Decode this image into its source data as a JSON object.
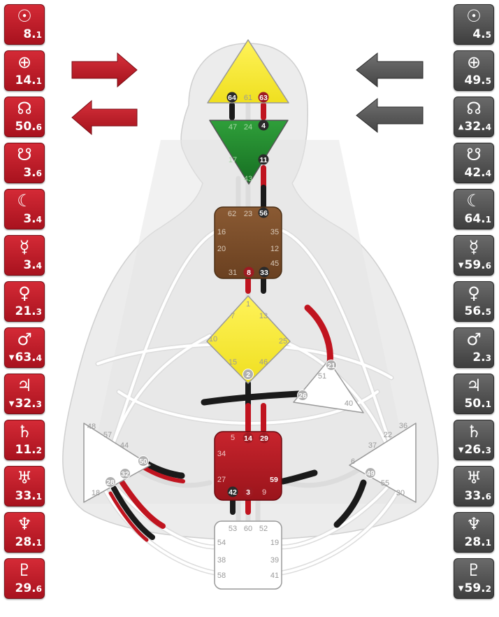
{
  "design_column": [
    {
      "planet": "sun",
      "symbol": "☉",
      "gate": "8",
      "line": "1",
      "arrow": ""
    },
    {
      "planet": "earth",
      "symbol": "⊕",
      "gate": "14",
      "line": "1",
      "arrow": ""
    },
    {
      "planet": "north-node",
      "symbol": "☊",
      "gate": "50",
      "line": "6",
      "arrow": ""
    },
    {
      "planet": "south-node",
      "symbol": "☋",
      "gate": "3",
      "line": "6",
      "arrow": ""
    },
    {
      "planet": "moon",
      "symbol": "☾",
      "gate": "3",
      "line": "4",
      "arrow": ""
    },
    {
      "planet": "mercury",
      "symbol": "☿",
      "gate": "3",
      "line": "4",
      "arrow": ""
    },
    {
      "planet": "venus",
      "symbol": "♀",
      "gate": "21",
      "line": "3",
      "arrow": ""
    },
    {
      "planet": "mars",
      "symbol": "♂",
      "gate": "63",
      "line": "4",
      "arrow": "▼"
    },
    {
      "planet": "jupiter",
      "symbol": "♃",
      "gate": "32",
      "line": "3",
      "arrow": "▼"
    },
    {
      "planet": "saturn",
      "symbol": "♄",
      "gate": "11",
      "line": "2",
      "arrow": ""
    },
    {
      "planet": "uranus",
      "symbol": "♅",
      "gate": "33",
      "line": "1",
      "arrow": ""
    },
    {
      "planet": "neptune",
      "symbol": "♆",
      "gate": "28",
      "line": "1",
      "arrow": ""
    },
    {
      "planet": "pluto",
      "symbol": "♇",
      "gate": "29",
      "line": "6",
      "arrow": ""
    }
  ],
  "personality_column": [
    {
      "planet": "sun",
      "symbol": "☉",
      "gate": "4",
      "line": "5",
      "arrow": ""
    },
    {
      "planet": "earth",
      "symbol": "⊕",
      "gate": "49",
      "line": "5",
      "arrow": ""
    },
    {
      "planet": "north-node",
      "symbol": "☊",
      "gate": "32",
      "line": "4",
      "arrow": "▲"
    },
    {
      "planet": "south-node",
      "symbol": "☋",
      "gate": "42",
      "line": "4",
      "arrow": ""
    },
    {
      "planet": "moon",
      "symbol": "☾",
      "gate": "64",
      "line": "1",
      "arrow": ""
    },
    {
      "planet": "mercury",
      "symbol": "☿",
      "gate": "59",
      "line": "6",
      "arrow": "▼"
    },
    {
      "planet": "venus",
      "symbol": "♀",
      "gate": "56",
      "line": "5",
      "arrow": ""
    },
    {
      "planet": "mars",
      "symbol": "♂",
      "gate": "2",
      "line": "3",
      "arrow": ""
    },
    {
      "planet": "jupiter",
      "symbol": "♃",
      "gate": "50",
      "line": "1",
      "arrow": ""
    },
    {
      "planet": "saturn",
      "symbol": "♄",
      "gate": "26",
      "line": "3",
      "arrow": "▼"
    },
    {
      "planet": "uranus",
      "symbol": "♅",
      "gate": "33",
      "line": "6",
      "arrow": ""
    },
    {
      "planet": "neptune",
      "symbol": "♆",
      "gate": "28",
      "line": "1",
      "arrow": ""
    },
    {
      "planet": "pluto",
      "symbol": "♇",
      "gate": "59",
      "line": "2",
      "arrow": "▼"
    }
  ],
  "colors": {
    "design": "#c0141f",
    "personality": "#1a1a1a",
    "head": "#f5ea2e",
    "ajna": "#1f8a2e",
    "throat": "#7a4e2a",
    "g_center": "#f5ea2e",
    "sacral": "#b01c24",
    "undefined": "#ffffff"
  },
  "centers": {
    "head": {
      "gates": [
        "64",
        "61",
        "63"
      ]
    },
    "ajna": {
      "gates": [
        "47",
        "24",
        "4",
        "17",
        "11",
        "43"
      ]
    },
    "throat": {
      "gates": [
        "62",
        "23",
        "56",
        "16",
        "35",
        "20",
        "12",
        "45",
        "31",
        "8",
        "33"
      ]
    },
    "g": {
      "gates": [
        "1",
        "7",
        "13",
        "10",
        "25",
        "15",
        "46",
        "2"
      ]
    },
    "heart": {
      "gates": [
        "21",
        "51",
        "26",
        "40"
      ]
    },
    "spleen": {
      "gates": [
        "48",
        "57",
        "44",
        "50",
        "32",
        "28",
        "18"
      ]
    },
    "sacral": {
      "gates": [
        "5",
        "14",
        "29",
        "34",
        "27",
        "59",
        "42",
        "3",
        "9"
      ]
    },
    "solar": {
      "gates": [
        "36",
        "22",
        "37",
        "6",
        "49",
        "55",
        "30"
      ]
    },
    "root": {
      "gates": [
        "53",
        "60",
        "52",
        "54",
        "19",
        "38",
        "39",
        "58",
        "41"
      ]
    }
  }
}
